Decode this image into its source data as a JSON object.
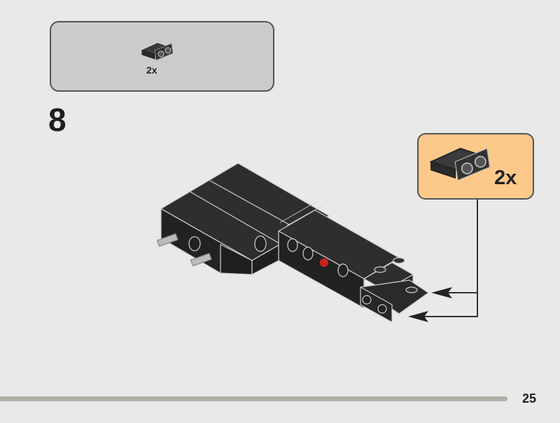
{
  "parts_list": {
    "quantity": "2x",
    "part_icon": "bracket-plate-1x2-icon"
  },
  "step": {
    "number": "8"
  },
  "callout": {
    "quantity": "2x",
    "part_icon": "bracket-plate-1x2-icon"
  },
  "page": {
    "number": "25"
  },
  "colors": {
    "background": "#e9e9e9",
    "parts_box": "#cbcbcb",
    "callout": "#fdc98b",
    "brick": "#2a2a2a",
    "accent_pin": "#d0201c"
  }
}
